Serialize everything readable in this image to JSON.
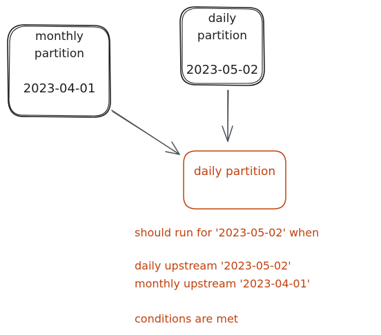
{
  "nodes": {
    "monthly": {
      "line1": "monthly",
      "line2": "partition",
      "date": "2023-04-01"
    },
    "daily_upstream": {
      "line1": "daily",
      "line2": "partition",
      "date": "2023-05-02"
    },
    "daily_target": {
      "label": "daily partition"
    }
  },
  "note": {
    "line1": "should run for '2023-05-02' when",
    "line2": "daily upstream '2023-05-02'",
    "line3": "monthly upstream '2023-04-01'",
    "line4": "conditions are met"
  },
  "colors": {
    "ink": "#1e1e1e",
    "accent": "#c2410c",
    "arrow": "#495057"
  }
}
